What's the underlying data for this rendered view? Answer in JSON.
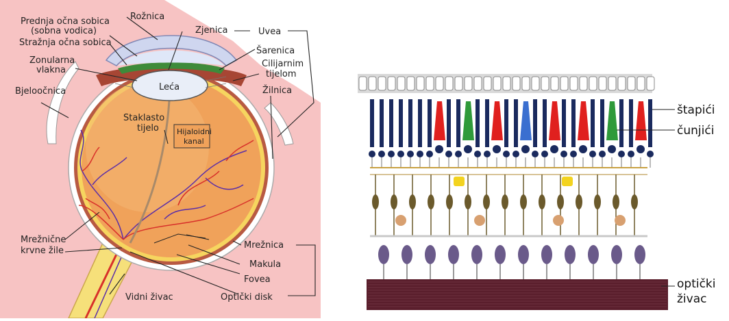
{
  "eye": {
    "labels": {
      "roznica": "Rožnica",
      "prednja1": "Prednja očna sobica",
      "prednja2": "(sobna vodica)",
      "straznja": "Stražnja očna sobica",
      "zjenica": "Zjenica",
      "uvea": "Uvea",
      "sarenica": "Šarenica",
      "cilijarnim1": "Cilijarnim",
      "cilijarnim2": "tijelom",
      "zilnica": "Žilnica",
      "zonularna1": "Zonularna",
      "zonularna2": "vlakna",
      "leca": "Leća",
      "bjeloocnica": "Bjeloočnica",
      "staklasto1": "Staklasto",
      "staklasto2": "tijelo",
      "hijaloidni1": "Hijaloidni",
      "hijaloidni2": "kanal",
      "mreznicne1": "Mrežnične",
      "mreznicne2": "krvne žile",
      "mreznica": "Mrežnica",
      "makula": "Makula",
      "fovea": "Fovea",
      "vidni": "Vidni živac",
      "opticki_disk": "Optički disk"
    },
    "colors": {
      "background": "#f7c3c3",
      "eyeball": "#f0a25a",
      "sclera": "#ffffff",
      "retina": "#f6d55f",
      "cornea": "#cfd6ef",
      "lens": "#e9eef8",
      "vessel": "#5a2da8",
      "artery": "#d8302a"
    }
  },
  "retina": {
    "labels": {
      "stapici": "štapići",
      "cunjici": "čunjići",
      "opticki1": "optički",
      "opticki2": "živac"
    },
    "colors": {
      "rod": "#1a2a5e",
      "cone_red": "#e0201e",
      "cone_green": "#2f9a3a",
      "cone_blue": "#3a6fd0",
      "nerve": "#5a1e2c",
      "ganglion": "#6a5a8a",
      "bipolar": "#6b5a2c"
    }
  }
}
